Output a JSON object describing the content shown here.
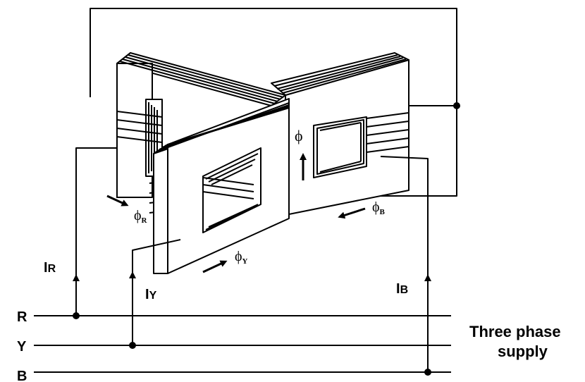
{
  "lines": {
    "r": "R",
    "y": "Y",
    "b": "B"
  },
  "currents": {
    "r_main": "I",
    "r_sub": "R",
    "y_main": "I",
    "y_sub": "Y",
    "b_main": "I",
    "b_sub": "B"
  },
  "fluxes": {
    "center": "ϕ",
    "r_main": "ϕ",
    "r_sub": "R",
    "y_main": "ϕ",
    "y_sub": "Y",
    "b_main": "ϕ",
    "b_sub": "B"
  },
  "supply": {
    "line1": "Three phase",
    "line2": "supply"
  }
}
